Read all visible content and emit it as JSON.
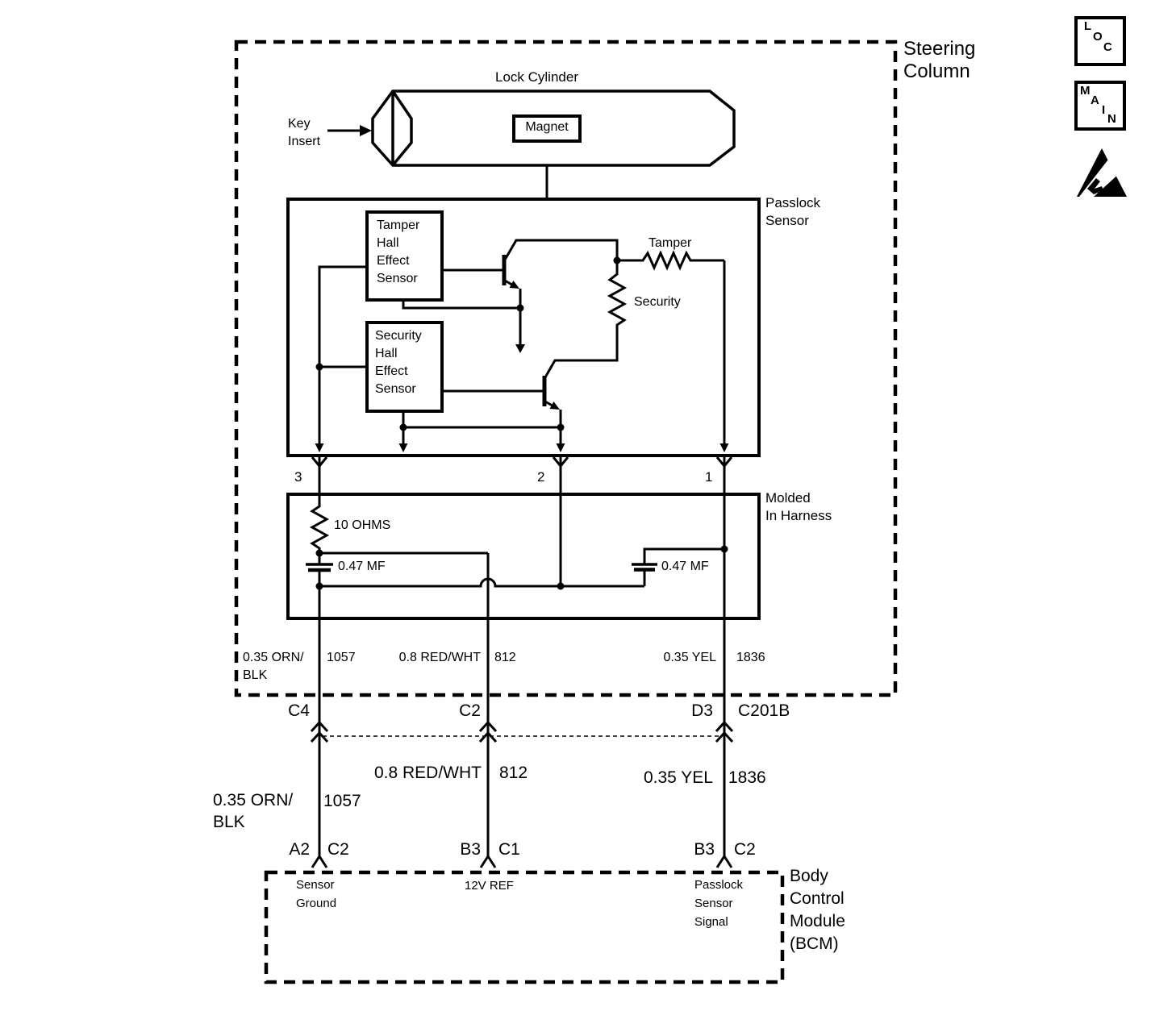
{
  "steering_column": {
    "title_lines": [
      "Steering",
      "Column"
    ]
  },
  "corner_markers": {
    "loc_letters": [
      "L",
      "O",
      "C"
    ],
    "main_letters": [
      "M",
      "A",
      "I",
      "N"
    ]
  },
  "lock_cylinder": {
    "title": "Lock Cylinder",
    "magnet_label": "Magnet",
    "key_insert_lines": [
      "Key",
      "Insert"
    ]
  },
  "passlock_sensor": {
    "title_lines": [
      "Passlock",
      "Sensor"
    ],
    "tamper_hall_lines": [
      "Tamper",
      "Hall",
      "Effect",
      "Sensor"
    ],
    "security_hall_lines": [
      "Security",
      "Hall",
      "Effect",
      "Sensor"
    ],
    "tamper_resistor_label": "Tamper",
    "security_resistor_label": "Security",
    "pins": {
      "pin3": "3",
      "pin2": "2",
      "pin1": "1"
    }
  },
  "molded_harness": {
    "title_lines": [
      "Molded",
      "In Harness"
    ],
    "resistor_label": "10 OHMS",
    "left_capacitor_label": "0.47 MF",
    "right_capacitor_label": "0.47 MF"
  },
  "wires_inside_column": {
    "orn_color_lines": [
      "0.35 ORN/",
      "BLK"
    ],
    "orn_circuit": "1057",
    "red_color": "0.8 RED/WHT",
    "red_circuit": "812",
    "yel_color": "0.35 YEL",
    "yel_circuit": "1836"
  },
  "inline_connector": {
    "left_cavity": "C4",
    "middle_cavity": "C2",
    "right_cavity": "D3",
    "connector_name": "C201B"
  },
  "wires_below_connector": {
    "red_color": "0.8 RED/WHT",
    "red_circuit": "812",
    "yel_color": "0.35 YEL",
    "yel_circuit": "1836",
    "orn_color_lines": [
      "0.35 ORN/",
      "BLK"
    ],
    "orn_circuit": "1057"
  },
  "bcm_pins": {
    "left_pin": "A2",
    "left_cavity": "C2",
    "middle_pin": "B3",
    "middle_cavity": "C1",
    "right_pin": "B3",
    "right_cavity": "C2"
  },
  "bcm": {
    "title_lines": [
      "Body",
      "Control",
      "Module",
      "(BCM)"
    ],
    "sensor_ground_lines": [
      "Sensor",
      "Ground"
    ],
    "ref_label": "12V REF",
    "passlock_signal_lines": [
      "Passlock",
      "Sensor",
      "Signal"
    ]
  }
}
